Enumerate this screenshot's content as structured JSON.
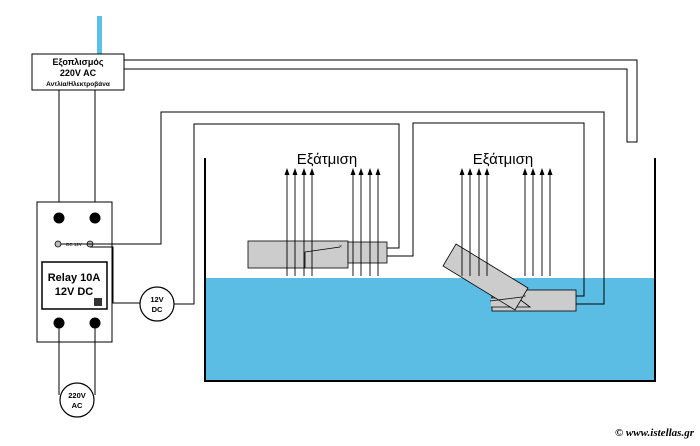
{
  "equipment": {
    "title": "Εξοπλισμός",
    "voltage": "220V AC",
    "subtitle": "Αντλία/Ηλεκτροβάνα"
  },
  "relay": {
    "dc_label": "DC 12V",
    "title": "Relay 10A",
    "voltage": "12V DC"
  },
  "supply_dc": {
    "line1": "12V",
    "line2": "DC"
  },
  "supply_ac": {
    "line1": "220V",
    "line2": "AC"
  },
  "evaporation_left": "Εξάτμιση",
  "evaporation_right": "Εξάτμιση",
  "footer": "© www.istellas.gr",
  "colors": {
    "water": "#5bbce4",
    "cable": "#5bc0e8",
    "float": "#cccccc",
    "line": "#000000"
  }
}
